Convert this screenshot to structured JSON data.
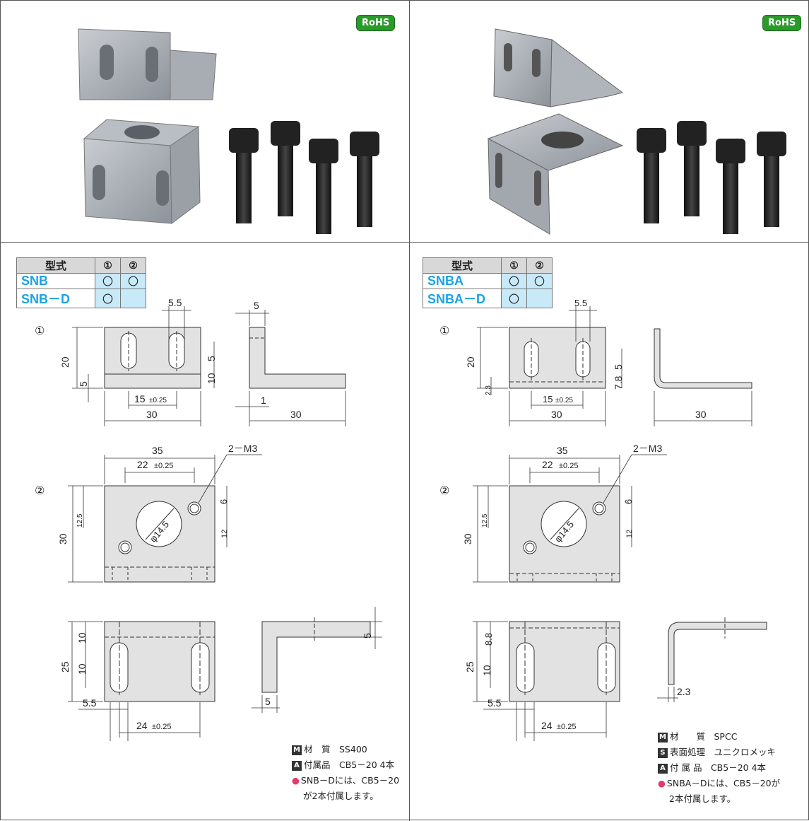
{
  "rohs_label": "RoHS",
  "table_header": {
    "model": "型式",
    "col1": "①",
    "col2": "②"
  },
  "left": {
    "rows": [
      {
        "model": "SNB",
        "c1": "〇",
        "c2": "〇"
      },
      {
        "model": "SNB－D",
        "c1": "〇",
        "c2": ""
      }
    ],
    "notes": {
      "material_key": "M",
      "material": "材　質　SS400",
      "accessory_key": "A",
      "accessory": "付属品　CB5－20 4本",
      "tip_line1": "SNB－Dには、CB5－20",
      "tip_line2": "が2本付属します。"
    }
  },
  "right": {
    "rows": [
      {
        "model": "SNBA",
        "c1": "〇",
        "c2": "〇"
      },
      {
        "model": "SNBA－D",
        "c1": "〇",
        "c2": ""
      }
    ],
    "notes": {
      "material_key": "M",
      "material": "材　　質　SPCC",
      "surface_key": "S",
      "surface": "表面処理　ユニクロメッキ",
      "accessory_key": "A",
      "accessory": "付 属 品　CB5－20 4本",
      "tip_line1": "SNBA－Dには、CB5－20が",
      "tip_line2": "2本付属します。"
    }
  },
  "drawing_labels": {
    "part1": "①",
    "part2": "②",
    "d5_5": "5.5",
    "d5": "5",
    "d20": "20",
    "d10": "10",
    "d15": "15",
    "tol_small": "±0.25",
    "d30": "30",
    "d1": "1",
    "d35": "35",
    "d22": "22",
    "tol": "±0.25",
    "m3": "2－M3",
    "d12_5": "12.5",
    "d6": "6",
    "d12": "12",
    "phi": "φ14.5",
    "d25": "25",
    "d24": "24",
    "d2_3": "2.3",
    "d7_8": "7.8",
    "d8_8": "8.8"
  }
}
